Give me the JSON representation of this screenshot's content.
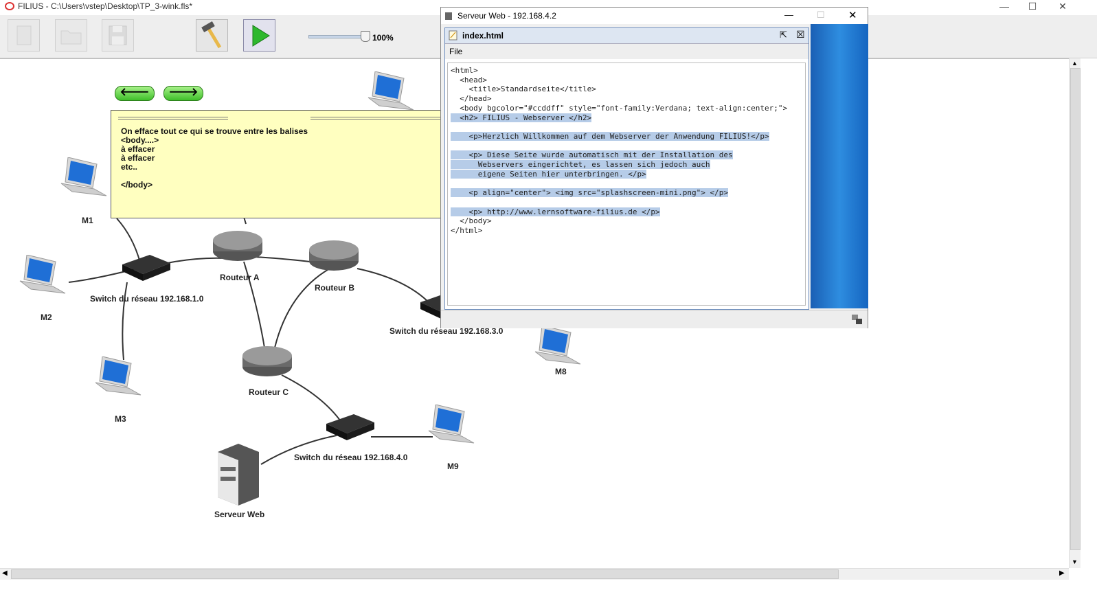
{
  "app": {
    "title": "FILIUS - C:\\Users\\vstep\\Desktop\\TP_3-wink.fls*",
    "window_controls": [
      "minimize-icon",
      "maximize-icon",
      "close-icon"
    ]
  },
  "toolbar": {
    "buttons": [
      "new-file-icon",
      "open-folder-icon",
      "save-icon",
      "hammer-icon",
      "play-icon"
    ],
    "zoom_label": "100%",
    "zoom_value": 1.0
  },
  "note": {
    "text": "On efface tout ce qui se trouve entre les balises\n<body....>\nà effacer\nà effacer\netc..\n\n</body>"
  },
  "nav": {
    "back": "🡐",
    "forward": "🡒"
  },
  "network": {
    "labels": {
      "m1": "M1",
      "m2": "M2",
      "m3": "M3",
      "m8": "M8",
      "m9": "M9",
      "switch1": "Switch du réseau 192.168.1.0",
      "switch3": "Switch du réseau 192.168.3.0",
      "switch4": "Switch du réseau 192.168.4.0",
      "routerA": "Routeur A",
      "routerB": "Routeur B",
      "routerC": "Routeur C",
      "server": "Serveur Web"
    }
  },
  "webserver": {
    "title": "Serveur Web - 192.168.4.2",
    "tab": "index.html",
    "menu_file": "File",
    "code": {
      "l1": "<html>",
      "l2": "  <head>",
      "l3": "    <title>Standardseite</title>",
      "l4": "  </head>",
      "l5": "  <body bgcolor=\"#ccddff\" style=\"font-family:Verdana; text-align:center;\">",
      "l6": "  <h2> FILIUS - Webserver </h2>",
      "l7": "",
      "l8": "    <p>Herzlich Willkommen auf dem Webserver der Anwendung FILIUS!</p>",
      "l9": "",
      "l10": "    <p> Diese Seite wurde automatisch mit der Installation des",
      "l11": "      Webservers eingerichtet, es lassen sich jedoch auch",
      "l12": "      eigene Seiten hier unterbringen. </p>",
      "l13": "",
      "l14": "    <p align=\"center\"> <img src=\"splashscreen-mini.png\"> </p>",
      "l15": "",
      "l16": "    <p> http://www.lernsoftware-filius.de </p>",
      "l17": "  </body>",
      "l18": "</html>"
    }
  },
  "colors": {
    "note_bg": "#ffffc0",
    "selection": "#b6cce8",
    "play_green": "#2db82d",
    "nav_green": "#5fd040"
  }
}
